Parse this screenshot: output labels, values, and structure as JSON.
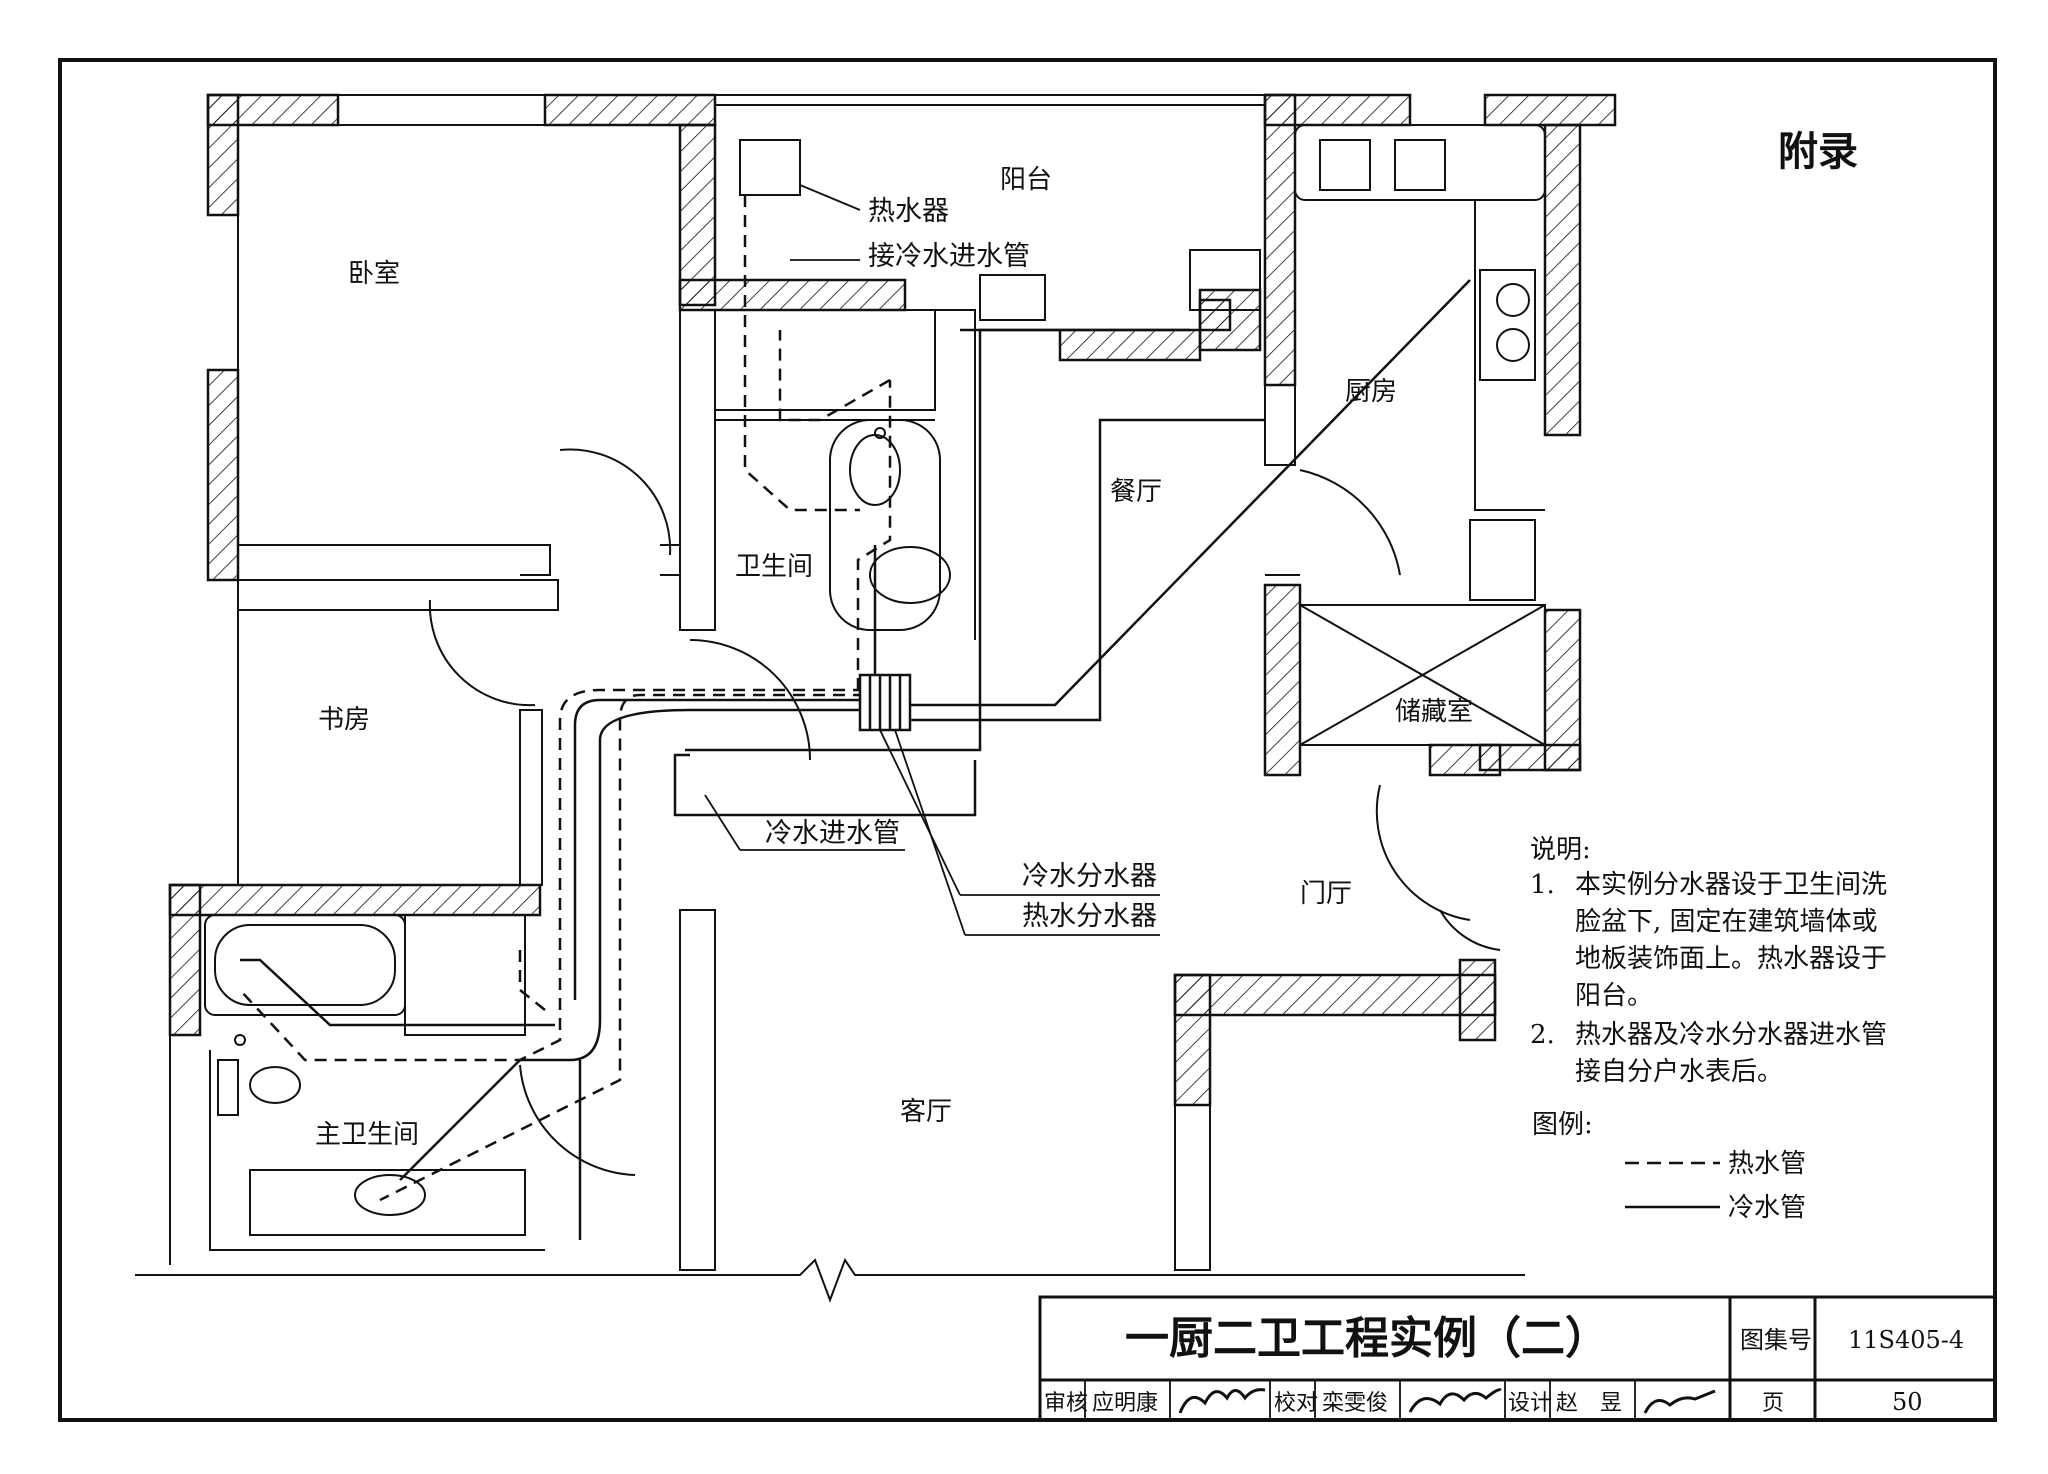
{
  "appendix_label": "附录",
  "rooms": {
    "bedroom": "卧室",
    "balcony": "阳台",
    "bathroom": "卫生间",
    "dining": "餐厅",
    "kitchen": "厨房",
    "study": "书房",
    "storage": "储藏室",
    "foyer": "门厅",
    "living": "客厅",
    "master_bath": "主卫生间"
  },
  "callouts": {
    "water_heater": "热水器",
    "cold_inlet_connect": "接冷水进水管",
    "cold_inlet_pipe": "冷水进水管",
    "cold_manifold": "冷水分水器",
    "hot_manifold": "热水分水器"
  },
  "notes": {
    "heading": "说明:",
    "items": [
      {
        "num": "1.",
        "lines": [
          "本实例分水器设于卫生间洗",
          "脸盆下, 固定在建筑墙体或",
          "地板装饰面上。热水器设于",
          "阳台。"
        ]
      },
      {
        "num": "2.",
        "lines": [
          "热水器及冷水分水器进水管",
          "接自分户水表后。"
        ]
      }
    ]
  },
  "legend": {
    "heading": "图例:",
    "items": [
      {
        "style": "dashed",
        "label": "热水管"
      },
      {
        "style": "solid",
        "label": "冷水管"
      }
    ]
  },
  "title_block": {
    "title": "一厨二卫工程实例（二）",
    "atlas_label": "图集号",
    "atlas_value": "11S405-4",
    "review_label": "审核",
    "review_name": "应明康",
    "check_label": "校对",
    "check_name": "栾雯俊",
    "design_label": "设计",
    "design_name": "赵　昱",
    "page_label": "页",
    "page_value": "50"
  },
  "colors": {
    "line": "#111111",
    "hatch": "#111111",
    "paper": "#ffffff"
  }
}
